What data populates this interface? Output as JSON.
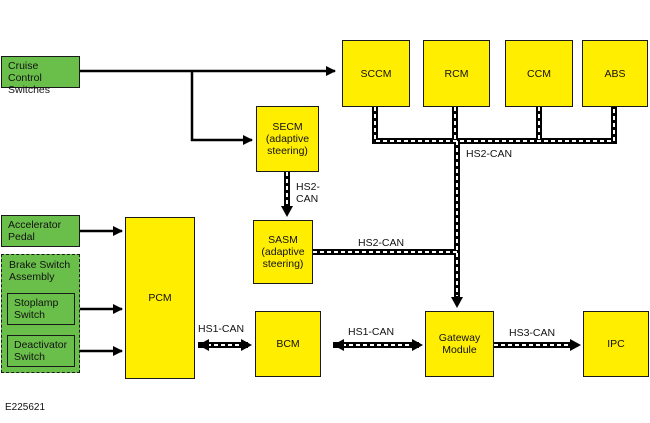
{
  "modules": {
    "sccm": "SCCM",
    "rcm": "RCM",
    "ccm": "CCM",
    "abs": "ABS",
    "secm": "SECM\n(adaptive\nsteering)",
    "sasm": "SASM\n(adaptive\nsteering)",
    "pcm": "PCM",
    "bcm": "BCM",
    "gateway": "Gateway\nModule",
    "ipc": "IPC"
  },
  "inputs": {
    "cruise_control": "Cruise Control\nSwitches",
    "accelerator": "Accelerator\nPedal",
    "brake_assembly": "Brake Switch\nAssembly",
    "stoplamp": "Stoplamp\nSwitch",
    "deactivator": "Deactivator\nSwitch"
  },
  "bus_labels": {
    "hs2_top": "HS2-CAN",
    "hs2_secm": "HS2-\nCAN",
    "hs2_sasm": "HS2-CAN",
    "hs1_pcm": "HS1-CAN",
    "hs1_bcm": "HS1-CAN",
    "hs3": "HS3-CAN"
  },
  "figure_id": "E225621",
  "colors": {
    "module_fill": "#ffee00",
    "input_fill": "#6abf4b",
    "line": "#000000"
  }
}
